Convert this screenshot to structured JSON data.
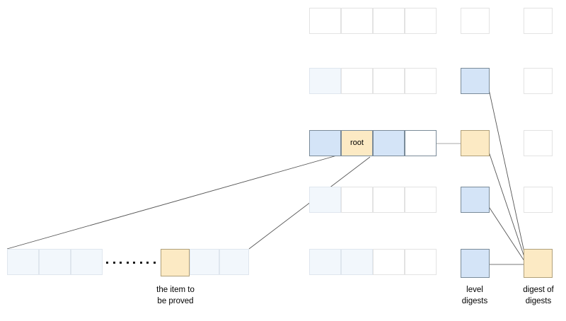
{
  "diagram": {
    "title": "merkle-level-digest-proof-diagram",
    "colors": {
      "blue_fill": "#d4e4f7",
      "blue_pale_fill": "#f2f7fc",
      "orange_fill": "#fceac4",
      "white_fill": "#ffffff",
      "strong_border": "#7a8b99",
      "orange_border": "#b0a07a",
      "pale_border": "#dfe6ee",
      "light_border": "#e3e3e3",
      "line_color": "#555555",
      "connector_color": "#777777"
    },
    "root_label": "root",
    "captions": [
      {
        "id": "item-to-be-proved",
        "text": "the item to\nbe proved"
      },
      {
        "id": "level-digests",
        "text": "level\ndigests"
      },
      {
        "id": "digest-of-digests",
        "text": "digest of\ndigests"
      }
    ],
    "ellipsis": {
      "id": "row-ellipsis",
      "dot_count": 8
    },
    "rows": [
      {
        "id": "level-row-1",
        "cells": [
          {
            "id": "r1c1",
            "fill": "white",
            "border": "light",
            "label": ""
          },
          {
            "id": "r1c2",
            "fill": "white",
            "border": "light",
            "label": ""
          },
          {
            "id": "r1c3",
            "fill": "white",
            "border": "light",
            "label": ""
          },
          {
            "id": "r1c4",
            "fill": "white",
            "border": "light",
            "label": ""
          }
        ],
        "level_digest": {
          "id": "level-digest-1",
          "fill": "white",
          "border": "light"
        },
        "digest_of_digests": {
          "id": "digest-of-digests-1",
          "fill": "white",
          "border": "light"
        }
      },
      {
        "id": "level-row-2",
        "cells": [
          {
            "id": "r2c1",
            "fill": "blue-pale",
            "border": "pale",
            "label": ""
          },
          {
            "id": "r2c2",
            "fill": "white",
            "border": "light",
            "label": ""
          },
          {
            "id": "r2c3",
            "fill": "white",
            "border": "light",
            "label": ""
          },
          {
            "id": "r2c4",
            "fill": "white",
            "border": "light",
            "label": ""
          }
        ],
        "level_digest": {
          "id": "level-digest-2",
          "fill": "blue",
          "border": "strong"
        },
        "digest_of_digests": {
          "id": "digest-of-digests-2",
          "fill": "white",
          "border": "light"
        }
      },
      {
        "id": "level-row-root",
        "cells": [
          {
            "id": "r3c1",
            "fill": "blue",
            "border": "strong",
            "label": ""
          },
          {
            "id": "r3c2",
            "fill": "orange",
            "border": "strong",
            "label": "root"
          },
          {
            "id": "r3c3",
            "fill": "blue",
            "border": "strong",
            "label": ""
          },
          {
            "id": "r3c4",
            "fill": "white",
            "border": "strong",
            "label": ""
          }
        ],
        "level_digest": {
          "id": "level-digest-3",
          "fill": "orange",
          "border": "orange"
        },
        "digest_of_digests": {
          "id": "digest-of-digests-3",
          "fill": "white",
          "border": "light"
        }
      },
      {
        "id": "level-row-4",
        "cells": [
          {
            "id": "r4c1",
            "fill": "blue-pale",
            "border": "pale",
            "label": ""
          },
          {
            "id": "r4c2",
            "fill": "white",
            "border": "light",
            "label": ""
          },
          {
            "id": "r4c3",
            "fill": "white",
            "border": "light",
            "label": ""
          },
          {
            "id": "r4c4",
            "fill": "white",
            "border": "light",
            "label": ""
          }
        ],
        "level_digest": {
          "id": "level-digest-4",
          "fill": "blue",
          "border": "strong"
        },
        "digest_of_digests": {
          "id": "digest-of-digests-4",
          "fill": "white",
          "border": "light"
        }
      },
      {
        "id": "level-row-5",
        "cells": [
          {
            "id": "r5c1",
            "fill": "blue-pale",
            "border": "pale",
            "label": ""
          },
          {
            "id": "r5c2",
            "fill": "blue-pale",
            "border": "pale",
            "label": ""
          },
          {
            "id": "r5c3",
            "fill": "white",
            "border": "light",
            "label": ""
          },
          {
            "id": "r5c4",
            "fill": "white",
            "border": "light",
            "label": ""
          }
        ],
        "level_digest": {
          "id": "level-digest-5",
          "fill": "blue",
          "border": "strong"
        },
        "digest_of_digests": {
          "id": "digest-of-digests-5",
          "fill": "orange",
          "border": "orange"
        }
      }
    ],
    "bottom_row": {
      "id": "leaf-row",
      "left_cells": [
        {
          "id": "leaf-l1",
          "fill": "blue-pale",
          "border": "pale"
        },
        {
          "id": "leaf-l2",
          "fill": "blue-pale",
          "border": "pale"
        },
        {
          "id": "leaf-l3",
          "fill": "blue-pale",
          "border": "pale"
        }
      ],
      "right_cells": [
        {
          "id": "leaf-item",
          "fill": "orange",
          "border": "orange"
        },
        {
          "id": "leaf-r2",
          "fill": "blue-pale",
          "border": "pale"
        },
        {
          "id": "leaf-r3",
          "fill": "blue-pale",
          "border": "pale"
        }
      ]
    }
  }
}
